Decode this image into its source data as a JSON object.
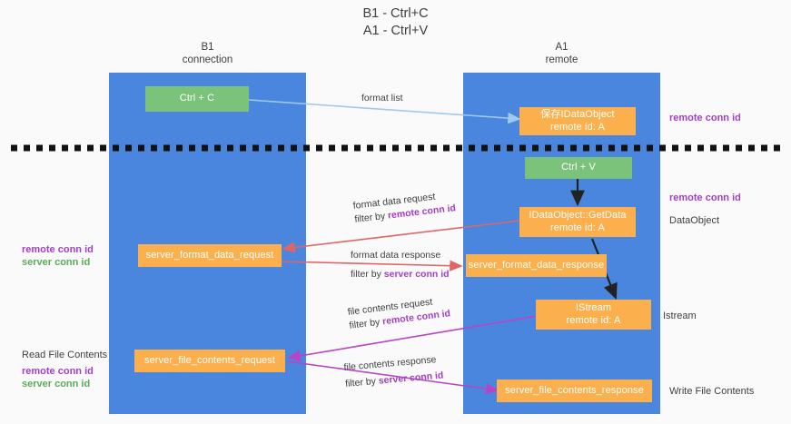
{
  "title": {
    "line1": "B1 - Ctrl+C",
    "line2": "A1 - Ctrl+V"
  },
  "columns": [
    {
      "id": "b1",
      "name": "B1",
      "role": "connection"
    },
    {
      "id": "a1",
      "name": "A1",
      "role": "remote"
    }
  ],
  "boxes": {
    "ctrl_c": {
      "label": "Ctrl + C",
      "color": "#7bc27b"
    },
    "ctrl_v": {
      "label": "Ctrl + V",
      "color": "#7bc27b"
    },
    "save_idataobject": {
      "line1": "保存IDataObject",
      "line2": "remote id: A",
      "color": "#fbb04d"
    },
    "getdata": {
      "line1": "IDataObject::GetData",
      "line2": "remote id: A",
      "color": "#fbb04d"
    },
    "istream": {
      "line1": "IStream",
      "line2": "remote id: A",
      "color": "#fbb04d"
    },
    "server_format_data_request": {
      "label": "server_format_data_request",
      "color": "#fbb04d"
    },
    "server_format_data_response": {
      "label": "server_format_data_response",
      "color": "#fbb04d"
    },
    "server_file_contents_request": {
      "label": "server_file_contents_request",
      "color": "#fbb04d"
    },
    "server_file_contents_response": {
      "label": "server_file_contents_response",
      "color": "#fbb04d"
    }
  },
  "edges": {
    "format_list": {
      "label": "format list",
      "color": "#9fc9ef"
    },
    "format_data_request": {
      "line1": "format data request",
      "filter_prefix": "filter by ",
      "filter_key": "remote conn id",
      "color": "#e06666"
    },
    "format_data_response": {
      "line1": "format data response",
      "filter_prefix": "filter by ",
      "filter_key": "server conn id",
      "color": "#e06666"
    },
    "file_contents_request": {
      "line1": "file contents request",
      "filter_prefix": "filter by ",
      "filter_key": "remote conn id",
      "color": "#b844c4"
    },
    "file_contents_response": {
      "line1": "file contents response",
      "filter_prefix": "filter by ",
      "filter_key": "server conn id",
      "color": "#b844c4"
    }
  },
  "annotations": {
    "right_remote_conn_id_top": "remote conn id",
    "right_remote_conn_id_mid": "remote conn id",
    "right_dataobject": "DataObject",
    "right_istream": "Istream",
    "right_write_file_contents": "Write File Contents",
    "left_remote_conn_id_mid": "remote conn id",
    "left_server_conn_id_mid": "server conn id",
    "left_read_file_contents": "Read File Contents",
    "left_remote_conn_id_low": "remote conn id",
    "left_server_conn_id_low": "server conn id"
  },
  "colors": {
    "band": "#4a86dd",
    "green_box": "#7bc27b",
    "orange_box": "#fbb04d",
    "purple": "#a23fc6",
    "green_text": "#5aab5a",
    "red_arrow": "#e06666",
    "purple_arrow": "#b844c4",
    "light_blue_arrow": "#9fc9ef",
    "black_arrow": "#222222",
    "divider": "#111111",
    "background": "#fafafa"
  }
}
